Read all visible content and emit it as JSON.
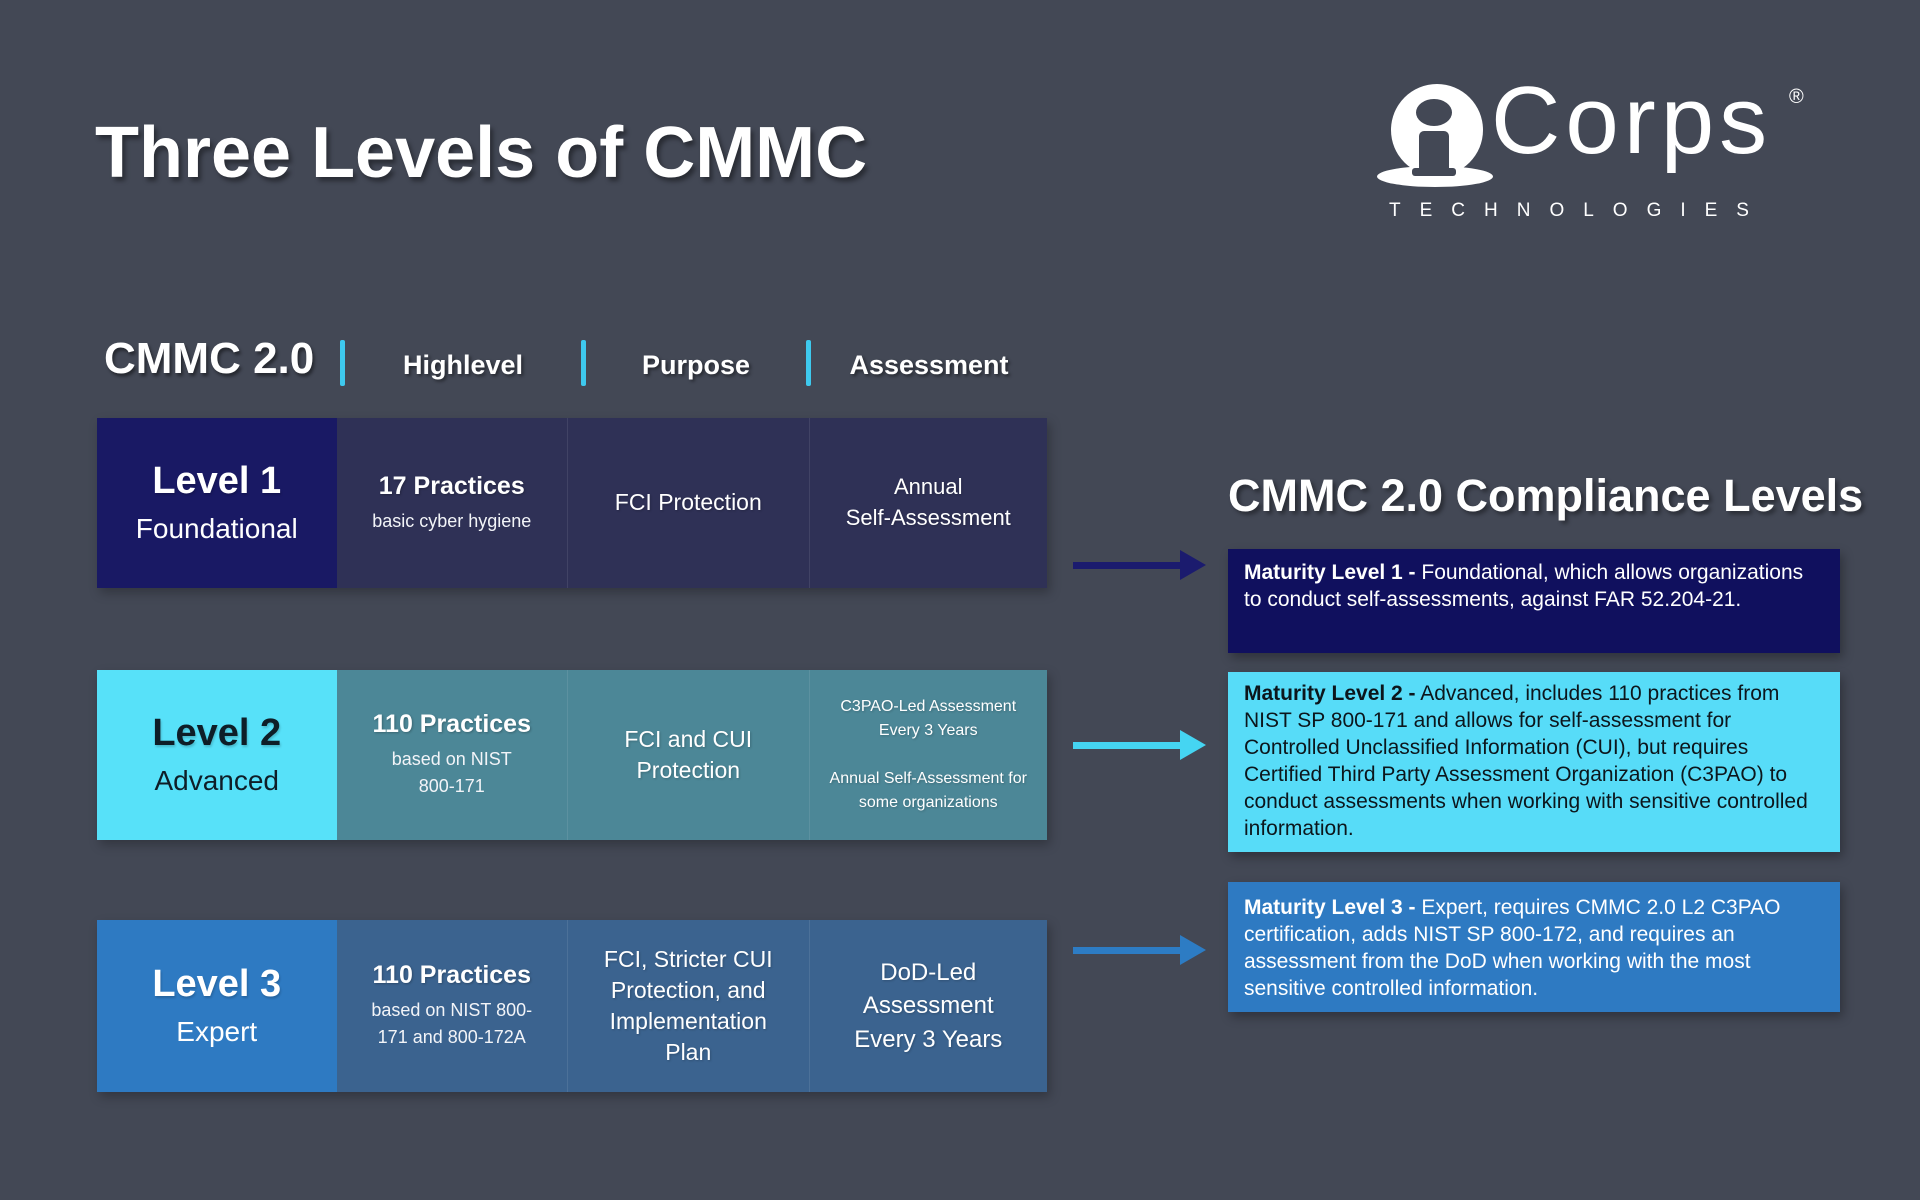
{
  "page": {
    "title": "Three Levels of CMMC"
  },
  "logo": {
    "brand": "Corps",
    "registered": "®",
    "subtext": "TECHNOLOGIES"
  },
  "table": {
    "header_title": "CMMC 2.0",
    "columns": [
      "Highlevel",
      "Purpose",
      "Assessment"
    ],
    "rows": [
      {
        "level": "Level 1",
        "level_sub": "Foundational",
        "practices": "17 Practices",
        "practices_sub": "basic cyber hygiene",
        "purpose": "FCI Protection",
        "assessment": "Annual\nSelf-Assessment",
        "colors": {
          "level_bg": "#191964",
          "level_fg": "#ffffff",
          "cell_bg": "#2f3156",
          "arrow": "#1b1b6e"
        }
      },
      {
        "level": "Level 2",
        "level_sub": "Advanced",
        "practices": "110 Practices",
        "practices_sub": "based on NIST\n800-171",
        "purpose": "FCI and CUI\nProtection",
        "assessment": "C3PAO-Led Assessment\nEvery 3 Years\n\nAnnual Self-Assessment for\nsome organizations",
        "colors": {
          "level_bg": "#57e1f9",
          "level_fg": "#0e1e28",
          "cell_bg": "#4c8797",
          "arrow": "#45d5f2"
        }
      },
      {
        "level": "Level 3",
        "level_sub": "Expert",
        "practices": "110 Practices",
        "practices_sub": "based on NIST 800-\n171 and 800-172A",
        "purpose": "FCI, Stricter CUI\nProtection, and\nImplementation\nPlan",
        "assessment": "DoD-Led\nAssessment\nEvery 3 Years",
        "colors": {
          "level_bg": "#2e7ac2",
          "level_fg": "#ffffff",
          "cell_bg": "#3b638f",
          "arrow": "#2d7cc4"
        }
      }
    ]
  },
  "compliance": {
    "heading": "CMMC 2.0 Compliance Levels",
    "items": [
      {
        "label": "Maturity Level 1 -",
        "text": "Foundational, which allows organizations to conduct self-assessments, against FAR 52.204-21.",
        "bg": "#10105e",
        "fg": "#ffffff"
      },
      {
        "label": "Maturity Level 2 -",
        "text": "Advanced, includes 110 practices from NIST SP 800-171 and allows for self-assessment for Controlled Unclassified Information (CUI), but requires Certified Third Party Assessment Organization (C3PAO) to conduct assessments when working with sensitive controlled information.",
        "bg": "#57dcf8",
        "fg": "#0c161c"
      },
      {
        "label": "Maturity Level 3 -",
        "text": "Expert, requires CMMC 2.0 L2 C3PAO certification, adds NIST SP 800-172, and requires an assessment from the DoD when working with the most sensitive controlled information.",
        "bg": "#2e7ac2",
        "fg": "#ffffff"
      }
    ]
  },
  "colors": {
    "background": "#434855",
    "separator": "#3ec9ee"
  }
}
